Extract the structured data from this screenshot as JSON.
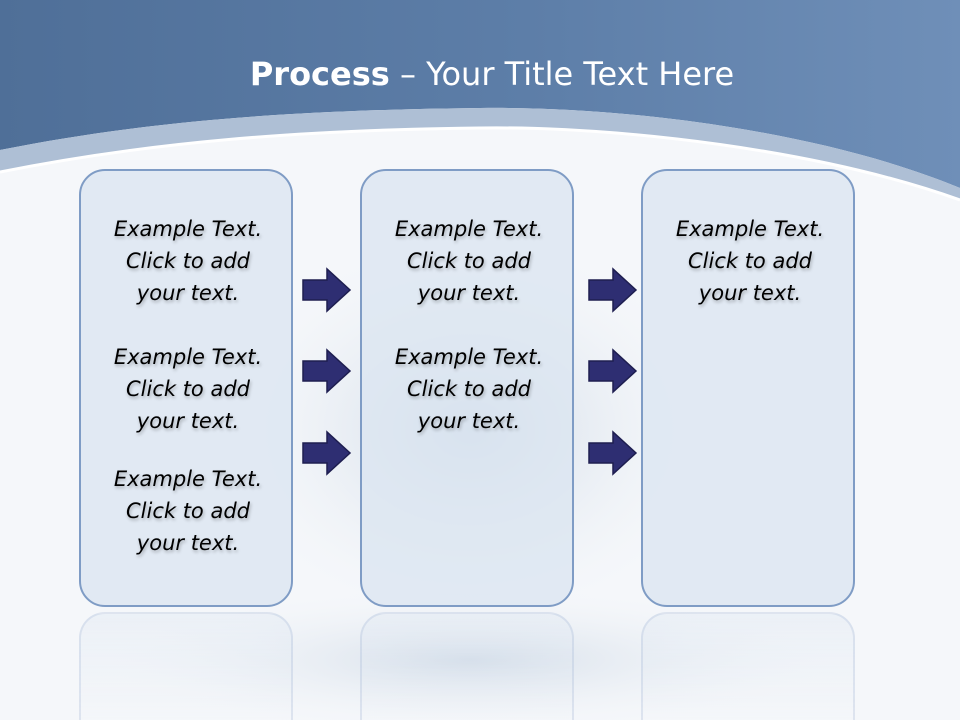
{
  "slide": {
    "title_bold": "Process",
    "title_rest": " – Your Title Text Here"
  },
  "colors": {
    "header": "#5f7fa8",
    "box_fill": "#dbe5f1",
    "box_border": "#7f9cc5",
    "arrow_fill": "#2e2e72"
  },
  "boxes": [
    {
      "items": [
        [
          "Example Text.",
          "Click  to add",
          "your text."
        ],
        [
          "Example Text.",
          "Click  to add",
          "your text."
        ],
        [
          "Example Text.",
          "Click  to add",
          "your text."
        ]
      ]
    },
    {
      "items": [
        [
          "Example Text.",
          "Click  to add",
          "your text."
        ],
        [
          "Example Text.",
          "Click  to add",
          "your text."
        ]
      ]
    },
    {
      "items": [
        [
          "Example Text.",
          "Click  to add",
          "your text."
        ]
      ]
    }
  ],
  "connectors": {
    "arrows_between_box_1_and_2": 3,
    "arrows_between_box_2_and_3": 3
  }
}
